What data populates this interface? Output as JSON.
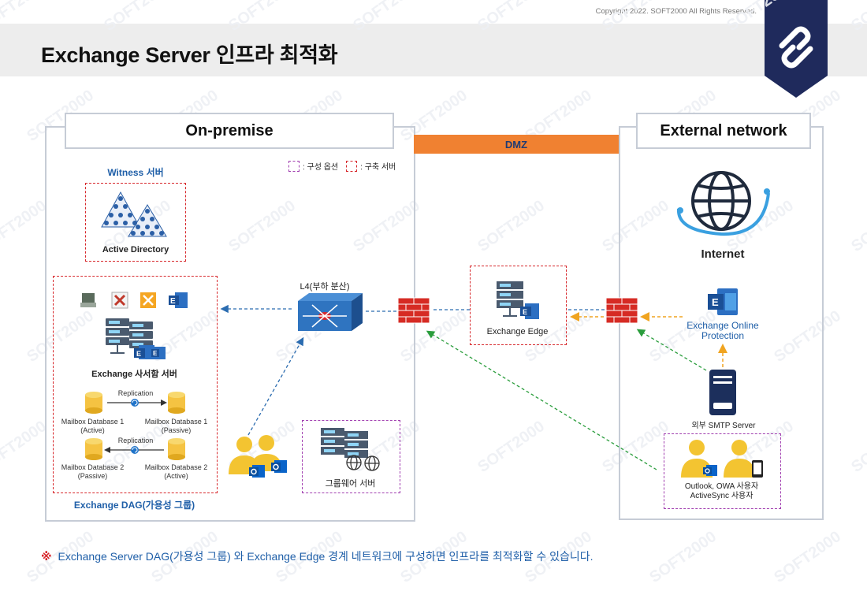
{
  "header": {
    "title": "Exchange Server 인프라 최적화",
    "copyright": "Copyright 2022. SOFT2000 All Rights Reserved.",
    "watermark": "SOFT2000",
    "logo_icon": "soft2000-logo-icon"
  },
  "zones": {
    "onpremise": "On-premise",
    "dmz": "DMZ",
    "external": "External network"
  },
  "legend": {
    "option": ": 구성 옵션",
    "build": ": 구축 서버"
  },
  "onprem": {
    "witness_label": "Witness 서버",
    "active_directory": "Active Directory",
    "mailbox_server": "Exchange 사서함 서버",
    "replication_1": "Replication",
    "replication_2": "Replication",
    "db1_active_name": "Mailbox Database 1",
    "db1_active_state": "(Active)",
    "db1_passive_name": "Mailbox Database 1",
    "db1_passive_state": "(Passive)",
    "db2_passive_name": "Mailbox Database 2",
    "db2_passive_state": "(Passive)",
    "db2_active_name": "Mailbox Database 2",
    "db2_active_state": "(Active)",
    "dag_label": "Exchange DAG(가용성 그룹)",
    "l4_label": "L4(부하 분산)",
    "groupware": "그룹웨어 서버"
  },
  "dmz": {
    "edge": "Exchange Edge"
  },
  "external": {
    "internet": "Internet",
    "eop_line1": "Exchange Online",
    "eop_line2": "Protection",
    "smtp": "외부 SMTP Server",
    "users_line1": "Outlook, OWA 사용자",
    "users_line2": "ActiveSync 사용자"
  },
  "footnote": {
    "mark": "※",
    "text": "Exchange Server DAG(가용성 그룹) 와 Exchange Edge 경계 네트워크에 구성하면 인프라를 최적화할 수 있습니다."
  },
  "colors": {
    "dmz_orange": "#f08131",
    "navy": "#1f2a5c",
    "blue_text": "#1f5fa8",
    "red_dash": "#d7282c",
    "purple_dash": "#a13fb0",
    "flow_blue": "#2b6cb0",
    "flow_green": "#2a9d3c",
    "flow_orange": "#f0a420"
  }
}
